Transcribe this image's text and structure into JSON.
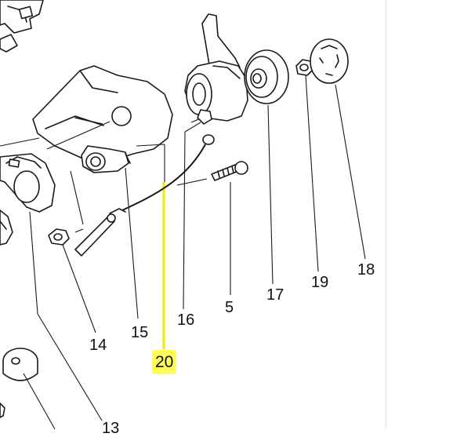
{
  "colors": {
    "highlight": "#fffc5a",
    "highlight_line": "#f2ea00",
    "ink": "#1a1a1a"
  },
  "callouts": [
    {
      "id": "14",
      "label": "14"
    },
    {
      "id": "15",
      "label": "15"
    },
    {
      "id": "16",
      "label": "16"
    },
    {
      "id": "5",
      "label": "5"
    },
    {
      "id": "17",
      "label": "17"
    },
    {
      "id": "19",
      "label": "19"
    },
    {
      "id": "18",
      "label": "18"
    },
    {
      "id": "13",
      "label": "13"
    }
  ],
  "highlighted_callout": {
    "id": "20",
    "label": "20"
  }
}
